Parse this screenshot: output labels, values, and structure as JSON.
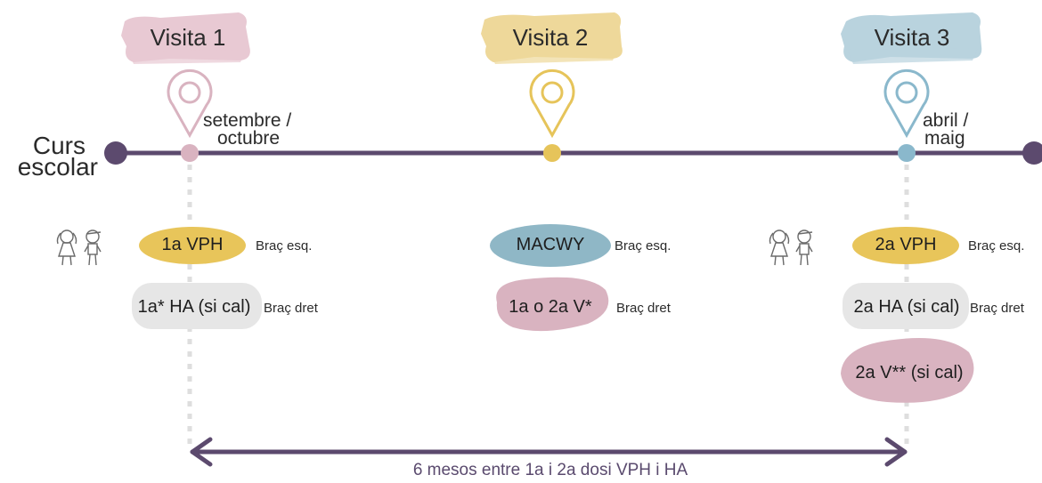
{
  "colors": {
    "timeline": "#5c4a6e",
    "pink": "#e8c9d3",
    "pink_marker": "#d9b3c0",
    "yellow": "#eed89a",
    "yellow_marker": "#e6c45a",
    "blue": "#b9d3de",
    "blue_marker": "#8ab8cc",
    "pill_yellow": "#e8c55a",
    "pill_blue": "#8fb7c6",
    "pill_pink": "#d9b3c0",
    "pill_gray": "#e6e6e6",
    "dots": "#dedede"
  },
  "course_label": [
    "Curs",
    "escolar"
  ],
  "visits": [
    {
      "title": "Visita 1",
      "date_lines": [
        "setembre /",
        "octubre"
      ],
      "color": "pink"
    },
    {
      "title": "Visita 2",
      "date_lines": [],
      "color": "yellow"
    },
    {
      "title": "Visita 3",
      "date_lines": [
        "abril /",
        "maig"
      ],
      "color": "blue"
    }
  ],
  "vaccines": [
    {
      "label": "1a VPH",
      "arm": "Braç esq.",
      "color": "pill_yellow"
    },
    {
      "label": "1a* HA (si cal)",
      "arm": "Braç dret",
      "color": "pill_gray"
    },
    {
      "label": "MACWY",
      "arm": "Braç esq.",
      "color": "pill_blue"
    },
    {
      "label": "1a o 2a V*",
      "arm": "Braç dret",
      "color": "pill_pink"
    },
    {
      "label": "2a VPH",
      "arm": "Braç esq.",
      "color": "pill_yellow"
    },
    {
      "label": "2a HA (si cal)",
      "arm": "Braç dret",
      "color": "pill_gray"
    },
    {
      "label": "2a V** (si cal)",
      "arm": "",
      "color": "pill_pink"
    }
  ],
  "children_icons": [
    "girl-icon",
    "boy-icon"
  ],
  "footer": "6 mesos entre 1a i 2a dosi VPH i HA"
}
